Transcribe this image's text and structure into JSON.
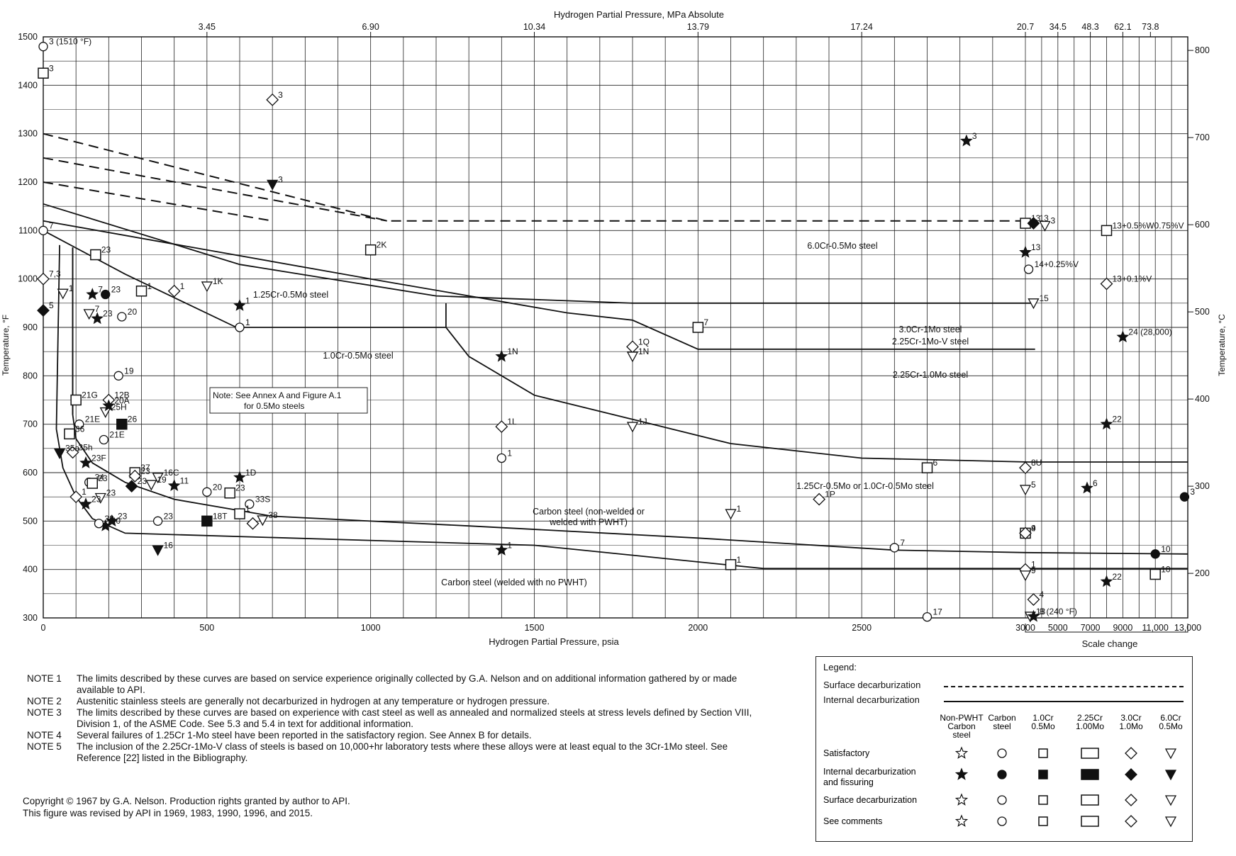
{
  "chart_data": {
    "type": "scatter",
    "title": "Hydrogen Partial Pressure, MPa Absolute",
    "xlabel": "Hydrogen Partial Pressure, psia",
    "ylabel": "Temperature, °F",
    "y2label": "Temperature, °C",
    "xlim_main": [
      0,
      3000
    ],
    "xlim_expanded": [
      3000,
      13000
    ],
    "ylim": [
      300,
      1500
    ],
    "x_ticks": [
      "0",
      "500",
      "1000",
      "1500",
      "2000",
      "2500",
      "3000",
      "5000",
      "7000",
      "9000",
      "11,000",
      "13,000"
    ],
    "y_ticks": [
      "300",
      "400",
      "500",
      "600",
      "700",
      "800",
      "900",
      "1000",
      "1100",
      "1200",
      "1300",
      "1400",
      "1500"
    ],
    "y2_ticks": [
      "200",
      "300",
      "400",
      "500",
      "600",
      "700",
      "800"
    ],
    "top_ticks": [
      "3.45",
      "6.90",
      "10.34",
      "13.79",
      "17.24",
      "20.7",
      "34.5",
      "48.3",
      "62.1",
      "73.8"
    ],
    "scale_change_label": "Scale change",
    "curve_labels": [
      "6.0Cr-0.5Mo steel",
      "1.25Cr-0.5Mo steel",
      "3.0Cr-1Mo steel",
      "2.25Cr-1Mo-V steel",
      "1.0Cr-0.5Mo steel",
      "2.25Cr-1.0Mo steel",
      "1.25Cr-0.5Mo or 1.0Cr-0.5Mo steel",
      "Carbon steel (non-welded or",
      "welded with PWHT)",
      "Carbon steel (welded with no PWHT)"
    ],
    "curves": [
      {
        "name": "6.0Cr-0.5Mo steel",
        "style": "dashed",
        "points": [
          [
            0,
            1300
          ],
          [
            1050,
            1120
          ],
          [
            3600,
            1120
          ]
        ]
      },
      {
        "name": "upper dashed",
        "style": "dashed",
        "points": [
          [
            0,
            1250
          ],
          [
            1050,
            1120
          ]
        ]
      },
      {
        "name": "middle dashed",
        "style": "dashed",
        "points": [
          [
            0,
            1200
          ],
          [
            700,
            1120
          ]
        ]
      },
      {
        "name": "1.25Cr-0.5Mo steel",
        "style": "solid",
        "points": [
          [
            0,
            1155
          ],
          [
            600,
            1030
          ],
          [
            1200,
            965
          ],
          [
            1800,
            950
          ],
          [
            3600,
            950
          ]
        ]
      },
      {
        "name": "3.0Cr-1Mo steel",
        "style": "solid",
        "points": [
          [
            0,
            1120
          ],
          [
            1000,
            1000
          ],
          [
            1600,
            930
          ],
          [
            1800,
            915
          ],
          [
            2000,
            855
          ],
          [
            3600,
            855
          ]
        ]
      },
      {
        "name": "1.0Cr-0.5Mo steel",
        "style": "solid",
        "points": [
          [
            0,
            1100
          ],
          [
            250,
            1010
          ],
          [
            590,
            900
          ],
          [
            1230,
            900
          ],
          [
            1230,
            950
          ]
        ]
      },
      {
        "name": "1.25Cr-0.5Mo or 1.0Cr-0.5Mo steel",
        "style": "solid",
        "points": [
          [
            1230,
            900
          ],
          [
            1300,
            840
          ],
          [
            1500,
            760
          ],
          [
            1800,
            710
          ],
          [
            2100,
            660
          ],
          [
            2500,
            630
          ],
          [
            3200,
            622
          ],
          [
            13000,
            622
          ]
        ]
      },
      {
        "name": "Carbon steel (non-welded or welded with PWHT)",
        "style": "solid",
        "points": [
          [
            90,
            1065
          ],
          [
            90,
            720
          ],
          [
            100,
            670
          ],
          [
            150,
            620
          ],
          [
            250,
            580
          ],
          [
            400,
            545
          ],
          [
            700,
            510
          ],
          [
            1300,
            490
          ],
          [
            2000,
            465
          ],
          [
            2600,
            440
          ],
          [
            3000,
            435
          ],
          [
            13000,
            432
          ]
        ]
      },
      {
        "name": "Carbon steel (welded with no PWHT)",
        "style": "solid",
        "points": [
          [
            50,
            1070
          ],
          [
            40,
            690
          ],
          [
            60,
            610
          ],
          [
            100,
            550
          ],
          [
            150,
            505
          ],
          [
            250,
            475
          ],
          [
            1500,
            450
          ],
          [
            2200,
            402
          ],
          [
            13000,
            402
          ]
        ]
      },
      {
        "name": "carbon steel vertical",
        "style": "solid",
        "points": [
          [
            90,
            1065
          ],
          [
            90,
            720
          ]
        ]
      }
    ],
    "points": [
      {
        "x": 0,
        "y": 1480,
        "label": "3 (1510 °F)"
      },
      {
        "x": 0,
        "y": 1425,
        "label": "3"
      },
      {
        "x": 700,
        "y": 1370,
        "label": "3"
      },
      {
        "x": 700,
        "y": 1195,
        "label": "3"
      },
      {
        "x": 2820,
        "y": 1285,
        "label": "3"
      },
      {
        "x": 0,
        "y": 1100,
        "label": "7"
      },
      {
        "x": 160,
        "y": 1050,
        "label": "23"
      },
      {
        "x": 0,
        "y": 1000,
        "label": "7,3"
      },
      {
        "x": 60,
        "y": 970,
        "label": "1"
      },
      {
        "x": 150,
        "y": 968,
        "label": "7"
      },
      {
        "x": 190,
        "y": 968,
        "label": "23"
      },
      {
        "x": 300,
        "y": 975,
        "label": "1"
      },
      {
        "x": 400,
        "y": 975,
        "label": "1"
      },
      {
        "x": 500,
        "y": 985,
        "label": "1K"
      },
      {
        "x": 600,
        "y": 945,
        "label": "1"
      },
      {
        "x": 600,
        "y": 900,
        "label": "1"
      },
      {
        "x": 1000,
        "y": 1060,
        "label": "2K"
      },
      {
        "x": 0,
        "y": 935,
        "label": "5"
      },
      {
        "x": 140,
        "y": 928,
        "label": "7"
      },
      {
        "x": 165,
        "y": 918,
        "label": "23"
      },
      {
        "x": 240,
        "y": 922,
        "label": "20"
      },
      {
        "x": 2000,
        "y": 900,
        "label": "7"
      },
      {
        "x": 1800,
        "y": 860,
        "label": "1Q"
      },
      {
        "x": 1800,
        "y": 840,
        "label": "1N"
      },
      {
        "x": 1400,
        "y": 840,
        "label": "1N"
      },
      {
        "x": 230,
        "y": 800,
        "label": "19"
      },
      {
        "x": 100,
        "y": 750,
        "label": "21G"
      },
      {
        "x": 200,
        "y": 750,
        "label": "12B"
      },
      {
        "x": 190,
        "y": 725,
        "label": "25H"
      },
      {
        "x": 200,
        "y": 738,
        "label": "20A"
      },
      {
        "x": 110,
        "y": 700,
        "label": "21E"
      },
      {
        "x": 240,
        "y": 700,
        "label": "26"
      },
      {
        "x": 1400,
        "y": 695,
        "label": "1L"
      },
      {
        "x": 1800,
        "y": 695,
        "label": "1J"
      },
      {
        "x": 8000,
        "y": 700,
        "label": "22"
      },
      {
        "x": 185,
        "y": 668,
        "label": "21E"
      },
      {
        "x": 80,
        "y": 680,
        "label": "36"
      },
      {
        "x": 90,
        "y": 642,
        "label": "35h"
      },
      {
        "x": 50,
        "y": 640,
        "label": "35a"
      },
      {
        "x": 130,
        "y": 620,
        "label": "23F"
      },
      {
        "x": 1400,
        "y": 630,
        "label": "1"
      },
      {
        "x": 2700,
        "y": 610,
        "label": "6"
      },
      {
        "x": 3000,
        "y": 610,
        "label": "8U"
      },
      {
        "x": 3000,
        "y": 565,
        "label": "5"
      },
      {
        "x": 6800,
        "y": 568,
        "label": "6"
      },
      {
        "x": 12800,
        "y": 550,
        "label": "3"
      },
      {
        "x": 280,
        "y": 600,
        "label": "37"
      },
      {
        "x": 280,
        "y": 593,
        "label": "23"
      },
      {
        "x": 350,
        "y": 590,
        "label": "16C"
      },
      {
        "x": 600,
        "y": 590,
        "label": "1D"
      },
      {
        "x": 140,
        "y": 580,
        "label": "34"
      },
      {
        "x": 150,
        "y": 578,
        "label": "23"
      },
      {
        "x": 270,
        "y": 572,
        "label": "23"
      },
      {
        "x": 330,
        "y": 575,
        "label": "19"
      },
      {
        "x": 400,
        "y": 573,
        "label": "11"
      },
      {
        "x": 500,
        "y": 560,
        "label": "20"
      },
      {
        "x": 570,
        "y": 558,
        "label": "23"
      },
      {
        "x": 100,
        "y": 550,
        "label": "1"
      },
      {
        "x": 175,
        "y": 548,
        "label": "23"
      },
      {
        "x": 130,
        "y": 535,
        "label": "23"
      },
      {
        "x": 630,
        "y": 535,
        "label": "33S"
      },
      {
        "x": 600,
        "y": 515,
        "label": "1"
      },
      {
        "x": 2370,
        "y": 545,
        "label": "1P"
      },
      {
        "x": 2100,
        "y": 515,
        "label": "1"
      },
      {
        "x": 210,
        "y": 500,
        "label": "23"
      },
      {
        "x": 350,
        "y": 500,
        "label": "23"
      },
      {
        "x": 500,
        "y": 500,
        "label": "18T"
      },
      {
        "x": 640,
        "y": 495,
        "label": "1"
      },
      {
        "x": 670,
        "y": 502,
        "label": "38"
      },
      {
        "x": 190,
        "y": 490,
        "label": "40"
      },
      {
        "x": 170,
        "y": 495,
        "label": "39"
      },
      {
        "x": 3000,
        "y": 475,
        "label": "9"
      },
      {
        "x": 3000,
        "y": 475,
        "label": "4"
      },
      {
        "x": 350,
        "y": 440,
        "label": "16"
      },
      {
        "x": 1400,
        "y": 440,
        "label": "1"
      },
      {
        "x": 2600,
        "y": 445,
        "label": "7"
      },
      {
        "x": 2100,
        "y": 410,
        "label": "1"
      },
      {
        "x": 3000,
        "y": 400,
        "label": "1"
      },
      {
        "x": 3000,
        "y": 388,
        "label": "9"
      },
      {
        "x": 8000,
        "y": 375,
        "label": "22"
      },
      {
        "x": 11000,
        "y": 432,
        "label": "10"
      },
      {
        "x": 11000,
        "y": 390,
        "label": "10"
      },
      {
        "x": 3500,
        "y": 338,
        "label": "4"
      },
      {
        "x": 3300,
        "y": 303,
        "label": "13"
      },
      {
        "x": 3500,
        "y": 303,
        "label": "8 (240 °F)"
      },
      {
        "x": 2700,
        "y": 302,
        "label": "17"
      },
      {
        "x": 3000,
        "y": 1115,
        "label": "13"
      },
      {
        "x": 3500,
        "y": 1115,
        "label": "13"
      },
      {
        "x": 4200,
        "y": 1110,
        "label": "3"
      },
      {
        "x": 3000,
        "y": 1055,
        "label": "13"
      },
      {
        "x": 3200,
        "y": 1020,
        "label": "14+0.25%V"
      },
      {
        "x": 8000,
        "y": 1100,
        "label": "13+0.5%W0.75%V"
      },
      {
        "x": 8000,
        "y": 990,
        "label": "13+0.1%V"
      },
      {
        "x": 3500,
        "y": 950,
        "label": "15"
      },
      {
        "x": 9000,
        "y": 880,
        "label": "24 (28,000)"
      }
    ],
    "annotation_box": [
      "Note:  See Annex A and Figure A.1",
      "for 0.5Mo steels"
    ]
  },
  "notes": [
    {
      "id": "NOTE 1",
      "text": "The limits described by these curves are based on service experience originally collected by G.A. Nelson and on additional information gathered by or made available to API."
    },
    {
      "id": "NOTE 2",
      "text": "Austenitic stainless steels are generally not decarburized in hydrogen at any temperature or hydrogen pressure."
    },
    {
      "id": "NOTE 3",
      "text": "The limits described by these curves are based on experience with cast steel as well as annealed and normalized steels at stress levels defined by Section VIII, Division 1, of the ASME Code.  See 5.3 and 5.4 in text for additional information."
    },
    {
      "id": "NOTE 4",
      "text": "Several failures of 1.25Cr 1-Mo steel have been reported in the satisfactory region.  See Annex B for details."
    },
    {
      "id": "NOTE 5",
      "text": "The inclusion of the 2.25Cr-1Mo-V class of steels is based on 10,000+hr laboratory tests where these alloys were at least equal to the 3Cr-1Mo steel.  See Reference [22] listed in the Bibliography."
    }
  ],
  "copyright": [
    "Copyright © 1967 by G.A. Nelson. Production rights granted by author to API.",
    "This figure was revised by API in 1969, 1983, 1990, 1996, and 2015."
  ],
  "legend": {
    "title": "Legend:",
    "surface": "Surface decarburization",
    "internal": "Internal decarburization",
    "columns": [
      "Non-PWHT\nCarbon\nsteel",
      "Carbon\nsteel",
      "1.0Cr\n0.5Mo",
      "2.25Cr\n1.00Mo",
      "3.0Cr\n1.0Mo",
      "6.0Cr\n0.5Mo"
    ],
    "rows": [
      "Satisfactory",
      "Internal decarburization\nand fissuring",
      "Surface decarburization",
      "See comments"
    ]
  }
}
